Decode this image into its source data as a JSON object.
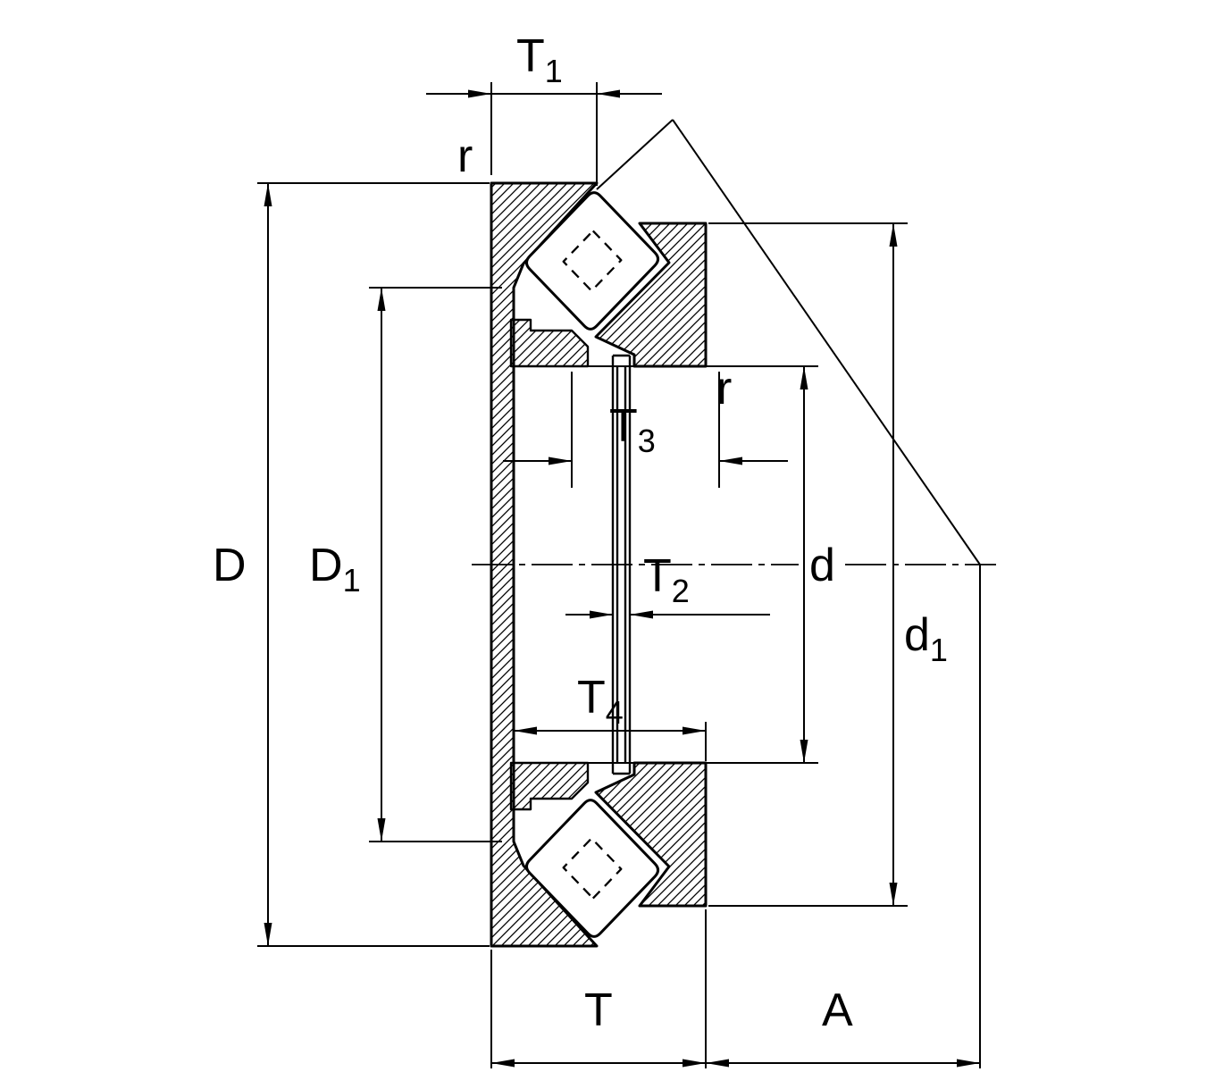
{
  "drawing": {
    "labels": {
      "t1": {
        "main": "T",
        "sub": "1"
      },
      "r_top": "r",
      "r_mid": "r",
      "t3": {
        "main": "T",
        "sub": "3"
      },
      "t2": {
        "main": "T",
        "sub": "2"
      },
      "t4": {
        "main": "T",
        "sub": "4"
      },
      "D_outer": "D",
      "D1": {
        "main": "D",
        "sub": "1"
      },
      "d_bore": "d",
      "d1": {
        "main": "d",
        "sub": "1"
      },
      "T_total": "T",
      "A_dim": "A"
    },
    "colors": {
      "line": "#000000",
      "background": "#ffffff"
    }
  }
}
